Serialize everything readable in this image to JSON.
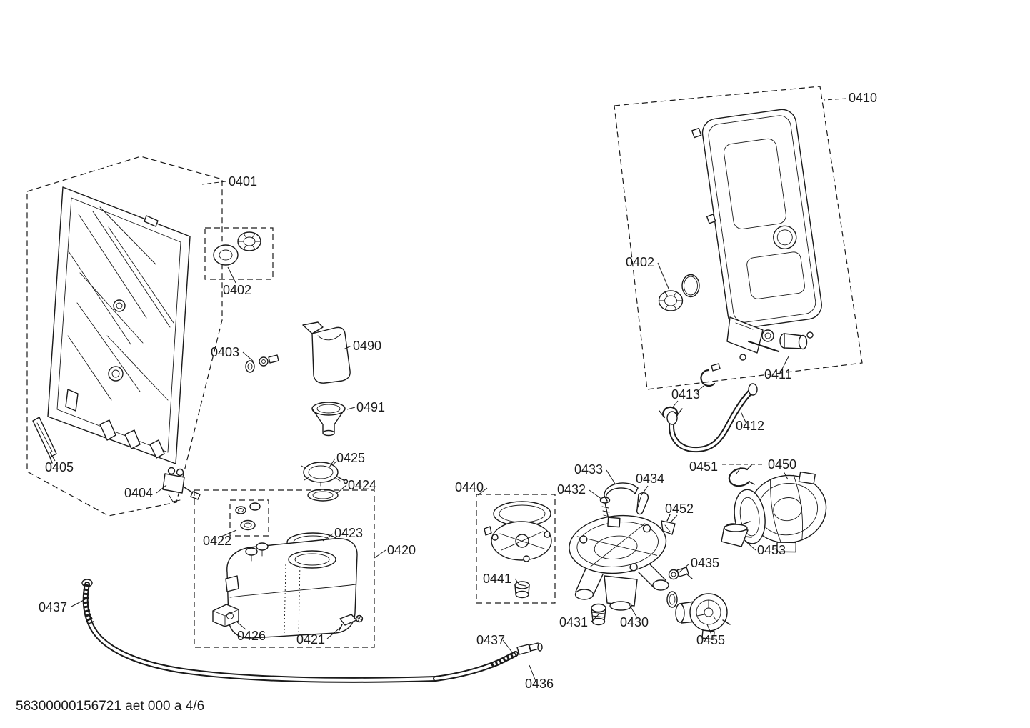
{
  "diagram": {
    "footer_code": "58300000156721 aet 000 a 4/6",
    "colors": {
      "line": "#1a1a1a",
      "background": "#ffffff"
    },
    "callouts": {
      "c0401": "0401",
      "c0402_left": "0402",
      "c0402_right": "0402",
      "c0403": "0403",
      "c0404": "0404",
      "c0405": "0405",
      "c0410": "0410",
      "c0411": "0411",
      "c0412": "0412",
      "c0413": "0413",
      "c0420": "0420",
      "c0421": "0421",
      "c0422": "0422",
      "c0423": "0423",
      "c0424": "0424",
      "c0425": "0425",
      "c0426": "0426",
      "c0430": "0430",
      "c0431": "0431",
      "c0432": "0432",
      "c0433": "0433",
      "c0434": "0434",
      "c0435": "0435",
      "c0436": "0436",
      "c0437_left": "0437",
      "c0437_bottom": "0437",
      "c0440": "0440",
      "c0441": "0441",
      "c0450": "0450",
      "c0451": "0451",
      "c0452": "0452",
      "c0453": "0453",
      "c0455": "0455",
      "c0490": "0490",
      "c0491": "0491"
    }
  }
}
